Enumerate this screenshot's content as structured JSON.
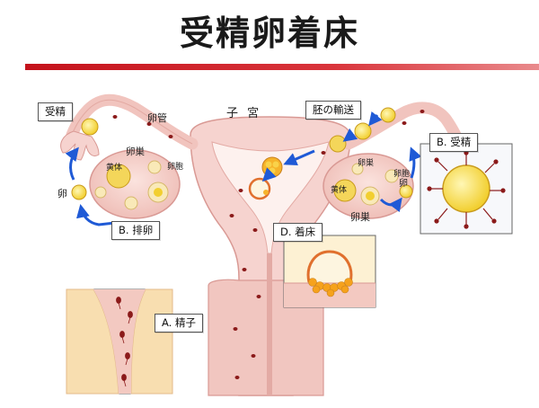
{
  "title": "受精卵着床",
  "labels": {
    "uterus": "子 宮",
    "fallopian_tube": "卵管",
    "ovary_left": "卵巣",
    "ovary_right": "卵巣",
    "ovary_right_bottom": "卵巣",
    "corpus_luteum_left": "黄体",
    "corpus_luteum_right": "黄体",
    "follicle_left": "卵胞",
    "follicle_right": "卵胞",
    "egg_left": "卵",
    "egg_right": "卵"
  },
  "steps": {
    "fertilization_top": "受精",
    "embryo_transport": "胚の輸送",
    "fertilization_b": "B. 受精",
    "ovulation": "B. 排卵",
    "implantation": "D. 着床",
    "sperm": "A. 精子"
  },
  "colors": {
    "title_bar": "#c4121b",
    "tissue": "#f6d3cf",
    "tissue_dark": "#e9a9a4",
    "inset_bg": "#fdf1d3",
    "egg": "#f7dd57",
    "arrow": "#1f5ad6"
  }
}
